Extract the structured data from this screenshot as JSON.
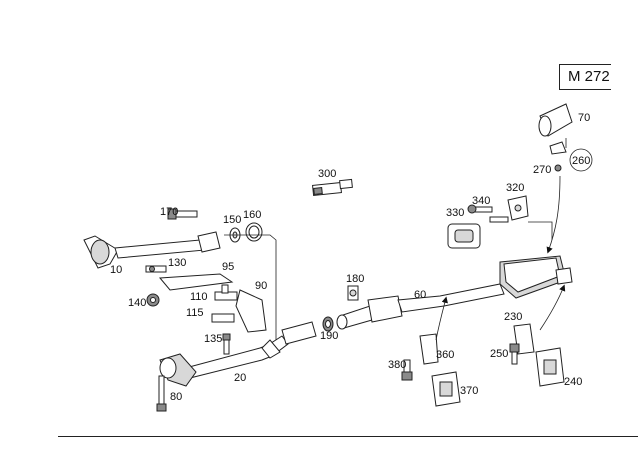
{
  "engine_code": "M 272",
  "callouts": [
    "10",
    "20",
    "60",
    "70",
    "80",
    "90",
    "95",
    "110",
    "115",
    "130",
    "135",
    "140",
    "150",
    "160",
    "170",
    "180",
    "190",
    "230",
    "240",
    "250",
    "260",
    "270",
    "300",
    "320",
    "330",
    "340",
    "360",
    "370",
    "380"
  ]
}
